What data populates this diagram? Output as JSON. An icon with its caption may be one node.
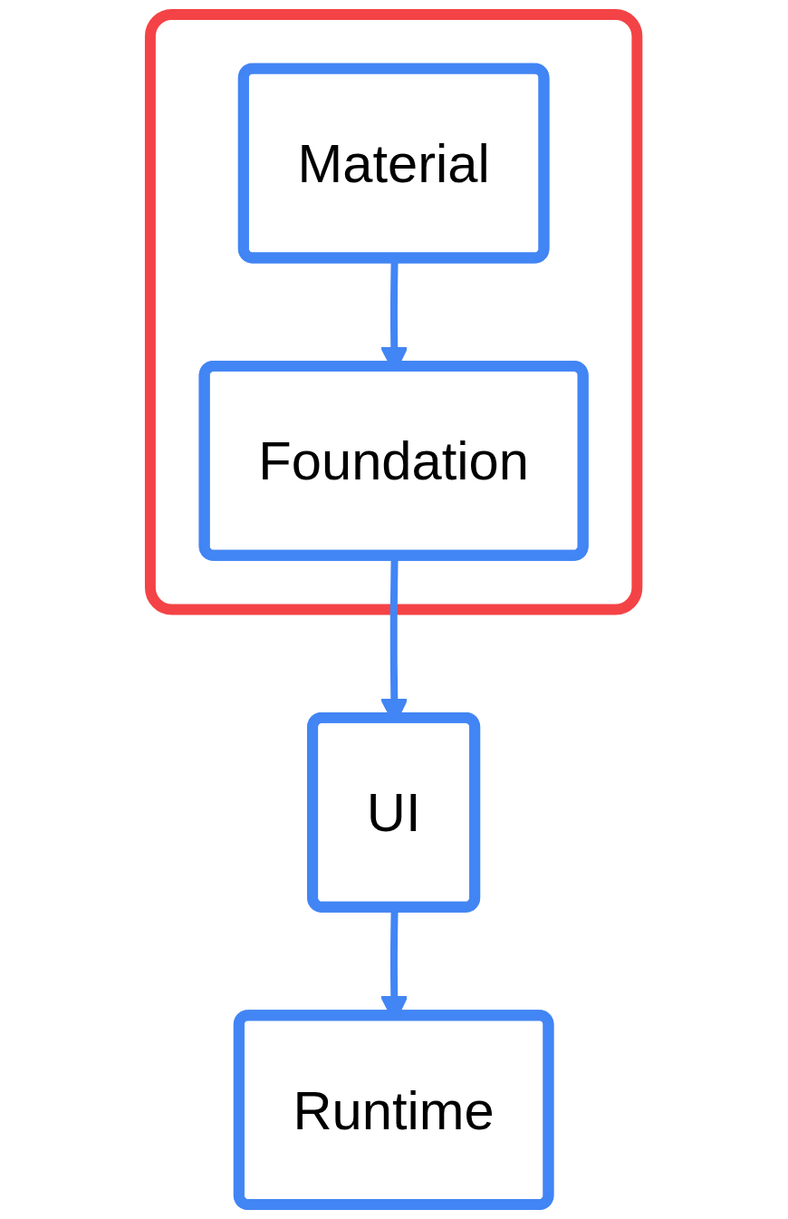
{
  "diagram": {
    "nodes": [
      {
        "text": [],
        "shape": "box"
      },
      {
        "text": [
          "Material"
        ],
        "in": 0
      },
      {
        "text": [
          "Foundation"
        ],
        "in": 0
      },
      {
        "text": [
          "UI"
        ]
      },
      {
        "text": [
          "Runtime"
        ]
      }
    ],
    "edges": [
      {
        "from": 1,
        "to": 2,
        "arrow": "to"
      },
      {
        "from": 2,
        "to": 3,
        "arrow": "to"
      },
      {
        "from": 3,
        "to": 4,
        "arrow": "to"
      }
    ]
  }
}
